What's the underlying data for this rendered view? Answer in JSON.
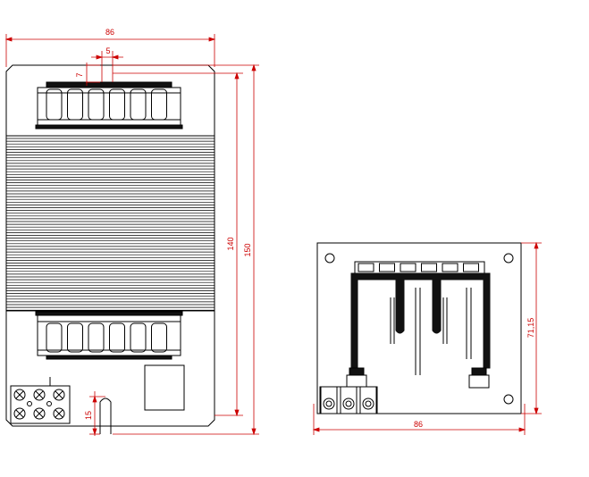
{
  "drawing": {
    "front_view": {
      "dims": {
        "overall_width": "86",
        "terminal_pitch": "5",
        "top_offset": "7",
        "height_inner": "140",
        "height_outer": "150",
        "slot_height": "15"
      },
      "terminal_count_top": 6,
      "terminal_count_bottom": 6
    },
    "side_view": {
      "dims": {
        "height": "71,15",
        "width": "86"
      }
    },
    "colors": {
      "outline": "#000000",
      "dimension": "#cc0000",
      "fill_dark": "#111111"
    }
  }
}
